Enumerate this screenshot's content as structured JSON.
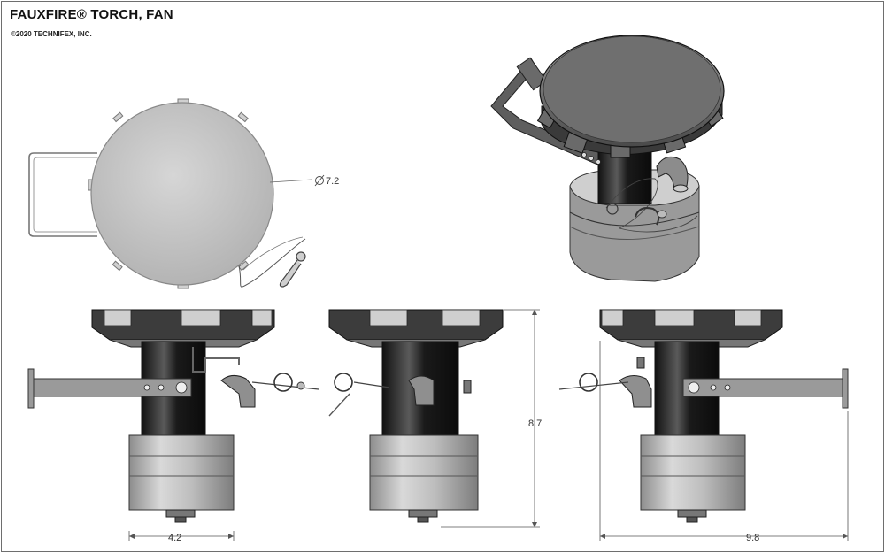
{
  "title": "FAUXFIRE® TORCH, FAN",
  "copyright": "©2020 TECHNIFEX, INC.",
  "dimensions": {
    "diameter": "7.2",
    "base_width": "4.2",
    "height": "8.7",
    "overall_width": "9.8"
  },
  "colors": {
    "border": "#6e6e6e",
    "disk": "#c2c2c2",
    "dark_body": "#2a2a2a",
    "metal": "#b9b9b9"
  }
}
